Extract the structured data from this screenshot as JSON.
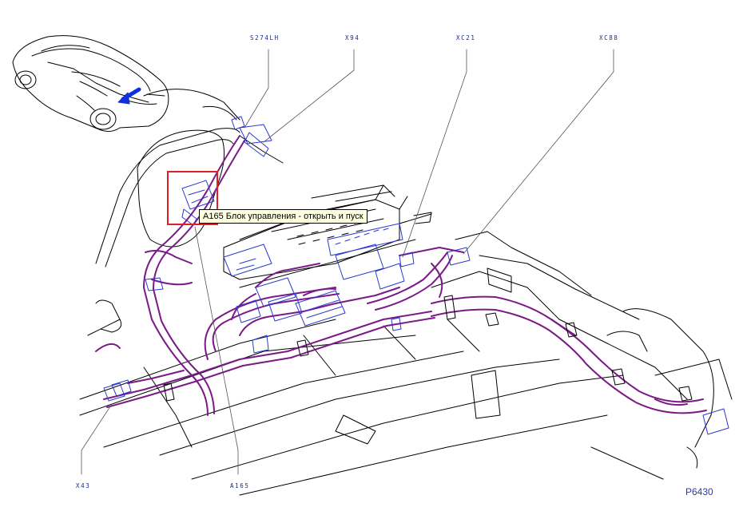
{
  "callouts": {
    "s274lh": "S274LH",
    "x94": "X94",
    "xc21": "XC21",
    "xc88": "XC88",
    "x43": "X43",
    "a165": "A165"
  },
  "tooltip": "A165 Блок управления - открыть и пуск",
  "plate_id": "P6430",
  "colors": {
    "harness": "#7a1a86",
    "connector": "#2b3ad0",
    "outline": "#000000",
    "leader": "#555555",
    "highlight": "#e02020",
    "label": "#1a2a8c",
    "arrow": "#1030e0"
  }
}
